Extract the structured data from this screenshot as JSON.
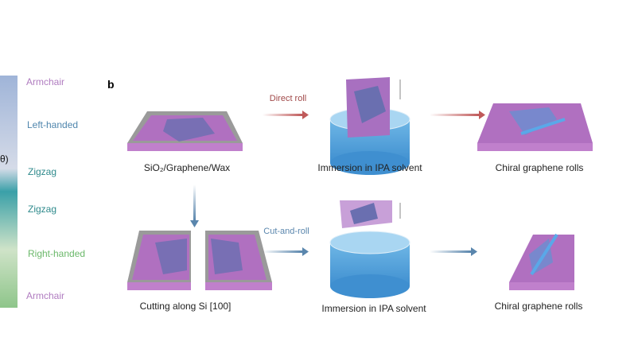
{
  "panel_a": {
    "labels": [
      {
        "text": "Armchair",
        "color": "#b07cc0"
      },
      {
        "text": "Left-handed",
        "color": "#4f86ad"
      },
      {
        "text": "Zigzag",
        "color": "#2f8a8c"
      },
      {
        "text": "Zigzag",
        "color": "#2f8a8c"
      },
      {
        "text": "Right-handed",
        "color": "#6bb86a"
      },
      {
        "text": "Armchair",
        "color": "#b07cc0"
      }
    ],
    "theta_fragment": "θ)"
  },
  "panel_b": {
    "panel_label": "b",
    "top_row": {
      "start_label": "SiO₂/Graphene/Wax",
      "method": "Direct roll",
      "immersion_label": "Immersion in IPA solvent",
      "result_label": "Chiral graphene rolls",
      "arrow_color": "#c05a5a"
    },
    "bottom_row": {
      "start_label": "Cutting along Si [100]",
      "method": "Cut-and-roll",
      "immersion_label": "Immersion in IPA solvent",
      "result_label": "Chiral graphene rolls",
      "arrow_color": "#5a86ad"
    }
  }
}
